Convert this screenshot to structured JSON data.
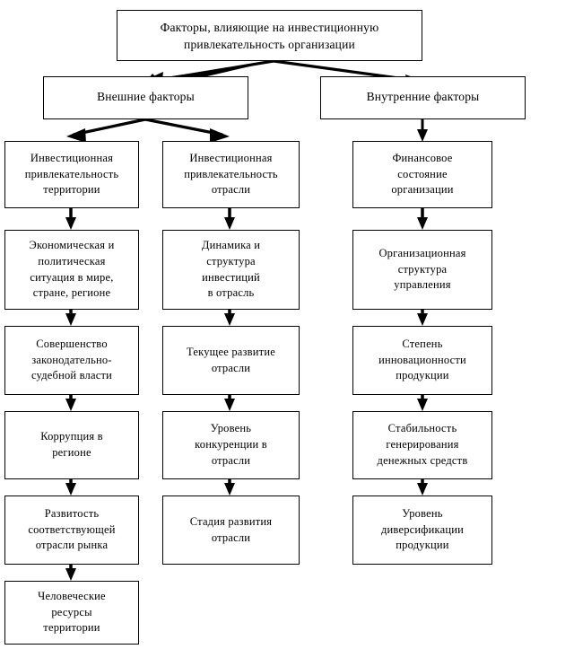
{
  "diagram": {
    "title_text": "Факторы, влияющие на инвестиционную\nпривлекательность организации",
    "colors": {
      "box_border": "#000000",
      "box_fill": "#ffffff",
      "connector": "#000000",
      "page_background": "#ffffff"
    },
    "root": {
      "id": "root",
      "label": "Факторы, влияющие на инвестиционную\nпривлекательность организации"
    },
    "branches": [
      {
        "id": "external",
        "label": "Внешние факторы"
      },
      {
        "id": "internal",
        "label": "Внутренние факторы"
      }
    ],
    "columns": [
      {
        "id": "column-territory",
        "parent": "external",
        "nodes": [
          {
            "id": "territory-attractiveness",
            "label": "Инвестиционная\nпривлекательность\nтерритории"
          },
          {
            "id": "econ-political-situation",
            "label": "Экономическая и\nполитическая\nситуация в мире,\nстране, регионе"
          },
          {
            "id": "legal-judicial-perfection",
            "label": "Совершенство\nзаконодательно-\nсудебной власти"
          },
          {
            "id": "corruption-region",
            "label": "Коррупция в\nрегионе"
          },
          {
            "id": "market-branch-development",
            "label": "Развитость\nсоответствующей\nотрасли рынка"
          },
          {
            "id": "human-resources-territory",
            "label": "Человеческие\nресурсы\nтерритории"
          }
        ]
      },
      {
        "id": "column-branch",
        "parent": "external",
        "nodes": [
          {
            "id": "branch-attractiveness",
            "label": "Инвестиционная\nпривлекательность\nотрасли"
          },
          {
            "id": "investment-dynamics",
            "label": "Динамика и\nструктура\nинвестиций\nв отрасль"
          },
          {
            "id": "current-branch-development",
            "label": "Текущее развитие\nотрасли"
          },
          {
            "id": "competition-level",
            "label": "Уровень\nконкуренции в\nотрасли"
          },
          {
            "id": "branch-stage",
            "label": "Стадия развития\nотрасли"
          }
        ]
      },
      {
        "id": "column-internal",
        "parent": "internal",
        "nodes": [
          {
            "id": "financial-state",
            "label": "Финансовое\nсостояние\nорганизации"
          },
          {
            "id": "org-management-structure",
            "label": "Организационная\nструктура\nуправления"
          },
          {
            "id": "innovation-degree",
            "label": "Степень\nинновационности\nпродукции"
          },
          {
            "id": "cashflow-stability",
            "label": "Стабильность\nгенерирования\nденежных средств"
          },
          {
            "id": "product-diversification",
            "label": "Уровень\nдиверсификации\nпродукции"
          }
        ]
      }
    ]
  }
}
